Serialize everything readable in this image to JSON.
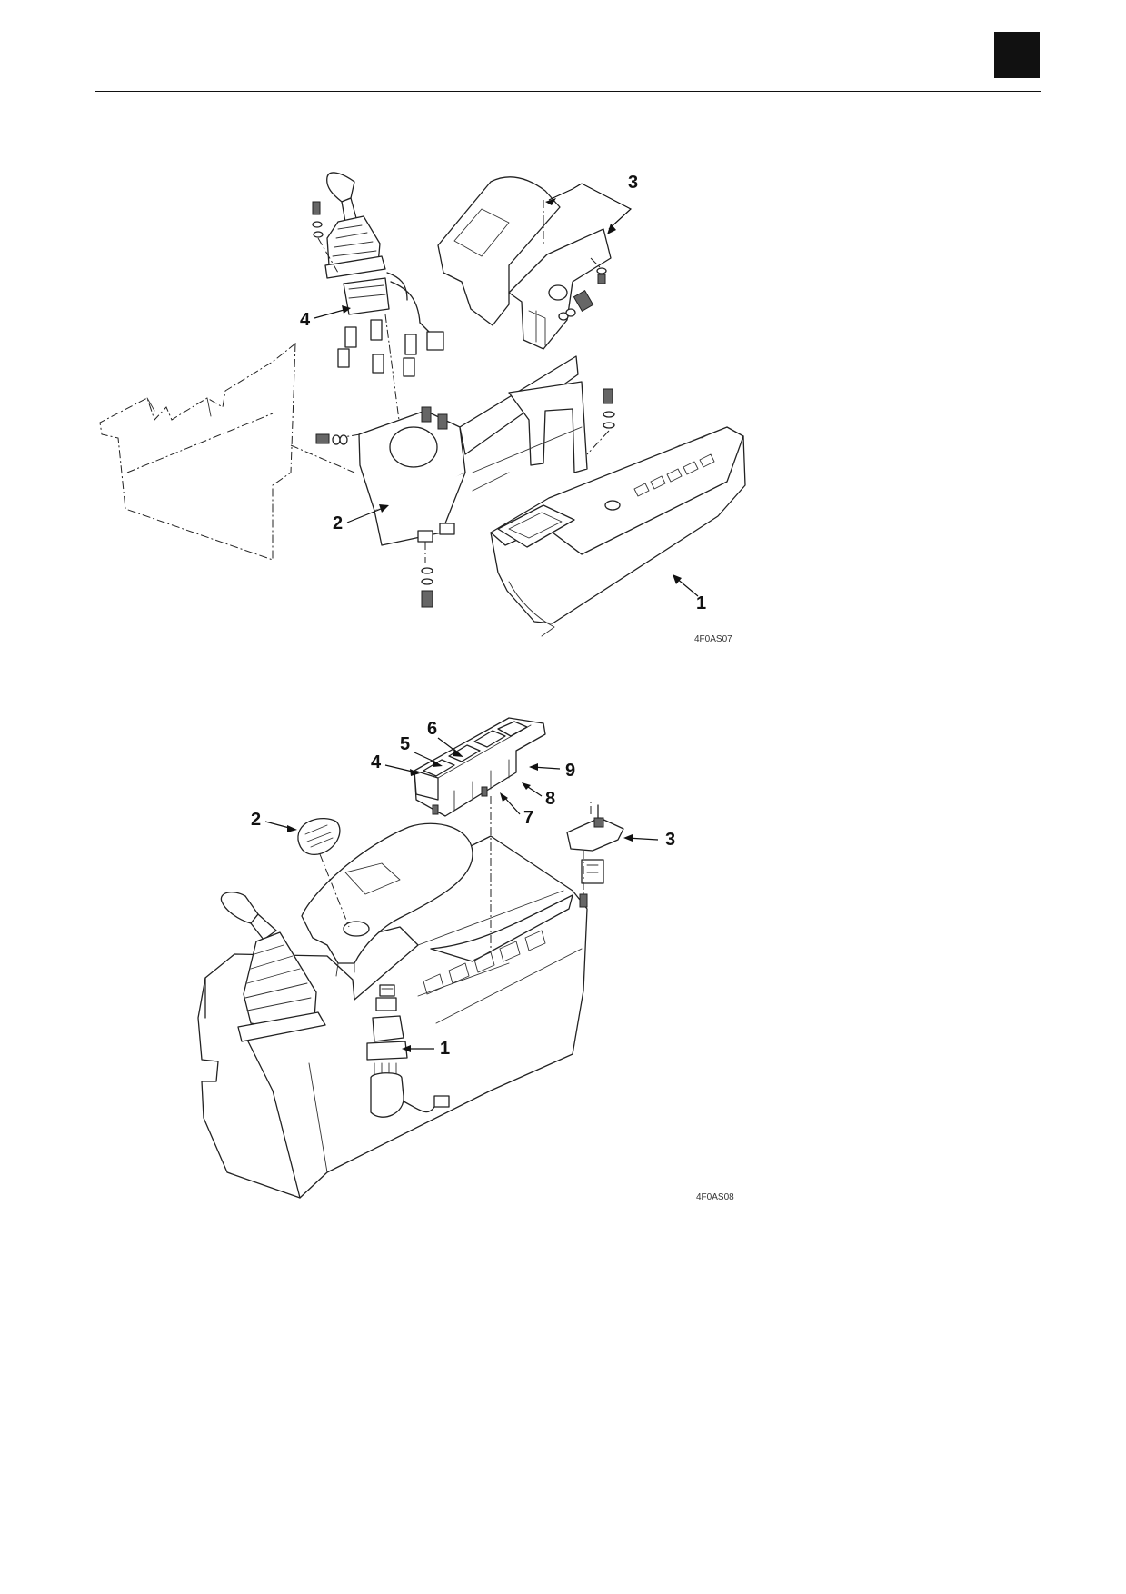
{
  "figure_top": {
    "code": "4F0AS07",
    "callouts": [
      "1",
      "2",
      "3",
      "4"
    ]
  },
  "figure_bottom": {
    "code": "4F0AS08",
    "callouts": [
      "1",
      "2",
      "3",
      "4",
      "5",
      "6",
      "7",
      "8",
      "9"
    ]
  }
}
